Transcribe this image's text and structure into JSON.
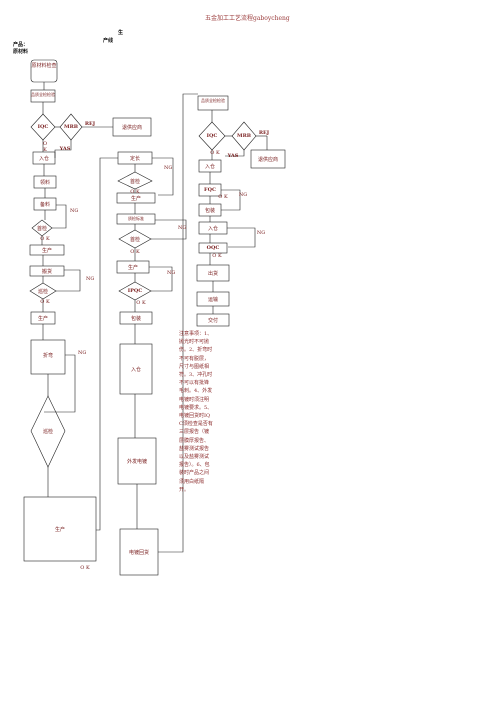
{
  "header": {
    "title": "五金加工工艺流程gaboycheng",
    "top_mark_1": "生",
    "top_mark_2": "产线",
    "product_label": "产品：",
    "material_label": "原材料"
  },
  "left_flow": {
    "start": "原材料检查",
    "inspect": "品质全检检验",
    "iqc": "IQC",
    "mrb": "MRB",
    "rej": "REJ",
    "yas": "YAS",
    "ok1": "O",
    "ok2": "K",
    "return_supplier": "退供应商",
    "storage_in": "入仓",
    "pick": "领料",
    "prep": "备料",
    "first_check": "首检",
    "produce": "生产",
    "scrap_box": "搬货",
    "produce2": "生产",
    "bend": "折弯",
    "patrol": "巡检",
    "produce3": "生产",
    "ng": "NG"
  },
  "middle_flow": {
    "trim": "定长",
    "first_check": "首检",
    "produce": "生产",
    "inspect_rule": "质检标准",
    "check": "首检",
    "produce2": "生产",
    "ipqc": "IPQC",
    "package": "包装",
    "storage_in": "入仓",
    "outsource": "外发电镀",
    "plating_back": "电镀回货",
    "ok": "O K"
  },
  "right_flow": {
    "inspect": "品质全检检验",
    "iqc": "IQC",
    "mrb": "MRB",
    "rej": "REJ",
    "yas": "YAS",
    "return_supplier": "退供应商",
    "storage_in": "入仓",
    "fqc": "FQC",
    "pack": "包装",
    "storage_in2": "入仓",
    "oqc": "OQC",
    "ship": "出货",
    "transport": "运输",
    "deliver": "交付"
  },
  "notes": "注意事项：1、抛光时不可抛伤。2、折弯时不可有脱层，尺寸与图纸相符。3、冲孔时不可以有批锋毛刺。4、外发电镀时须注明电镀要求。5、电镀回货时IQC须检查是否有三层报告（镀层膜厚报告、盐雾测试报告以及盐雾测试报告）。6、包装时产品之间须用白纸隔开。",
  "colors": {
    "line": "#111111",
    "box_border": "#7a2020",
    "text": "#7a2020"
  }
}
